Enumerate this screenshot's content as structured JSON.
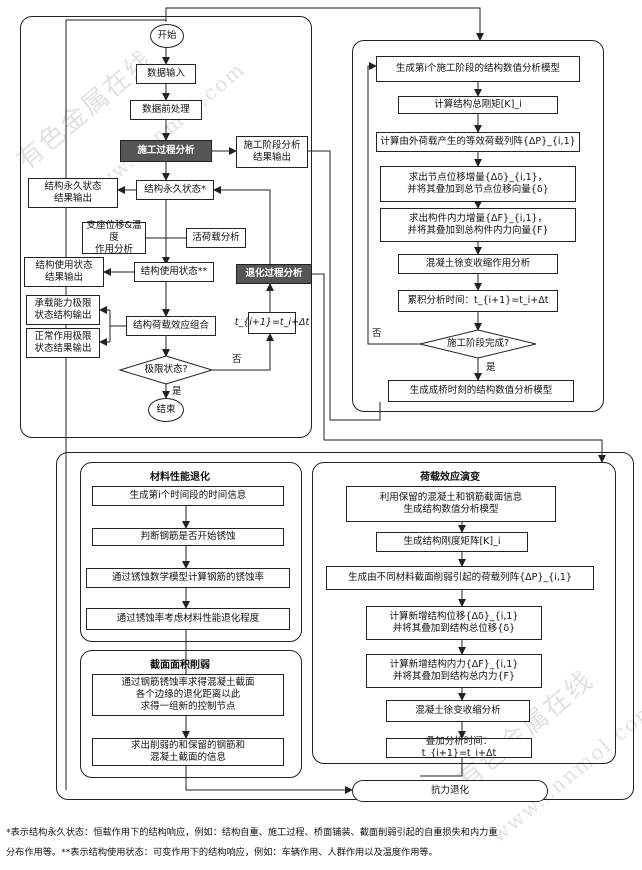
{
  "watermarks": {
    "top_cn": "有色金属在线",
    "top_url": "www.cnnmol.com",
    "bottom_cn": "有色金属在线",
    "bottom_url": "www.cnnmol.com"
  },
  "left_flow": {
    "start": "开始",
    "input": "数据输入",
    "preprocess": "数据前处理",
    "construction_analysis": "施工过程分析",
    "construction_output": "施工阶段分析\n结果输出",
    "permanent_output": "结构永久状态\n结果输出",
    "permanent_state": "结构永久状态*",
    "support_temp": "支座位移&温度\n作用分析",
    "live_load": "活荷载分析",
    "service_output": "结构使用状态\n结果输出",
    "service_state": "结构使用状态**",
    "degradation": "退化过程分析",
    "ultimate_output": "承载能力极限\n状态结构输出",
    "normal_output": "正常作用极限\n状态结果输出",
    "combination": "结构荷载效应组合",
    "time_step": "t",
    "time_step_full": "t_{i+1}=t_i+Δt",
    "limit_state": "极限状态?",
    "no": "否",
    "yes": "是",
    "end": "结束"
  },
  "right_flow": {
    "gen_model": "生成第i个施工阶段的结构数值分析模型",
    "stiffness": "计算结构总刚矩[K]_i",
    "load_vector": "计算由外荷载产生的等效荷载列阵{ΔP}_{i,1}",
    "node_disp": "求出节点位移增量{Δδ}_{i,1}，\n并将其叠加到总节点位移向量{δ}",
    "member_force": "求出构件内力增量{ΔF}_{i,1}，\n并将其叠加到总构件内力向量{F}",
    "shrink_creep": "混凝土徐变收缩作用分析",
    "accum_time": "累积分析时间：t_{i+1}=t_i+Δt",
    "stage_done": "施工阶段完成?",
    "no": "否",
    "yes": "是",
    "bridge_model": "生成成桥时刻的结构数值分析模型"
  },
  "bottom_flow": {
    "material_title": "材料性能退化",
    "m1": "生成第i个时间段的时间信息",
    "m2": "判断钢筋是否开始锈蚀",
    "m3": "通过锈蚀数学模型计算钢筋的锈蚀率",
    "m4": "通过锈蚀率考虑材料性能退化程度",
    "section_title": "截面面积削弱",
    "s1": "通过钢筋锈蚀率求得混凝土截面\n各个边缘的退化距离以此\n求得一组新的控制节点",
    "s2": "求出削弱的和保留的钢筋和\n混凝土截面的信息",
    "load_title": "荷载效应演变",
    "l1": "利用保留的混凝土和钢筋截面信息\n生成结构数值分析模型",
    "l2": "生成结构刚度矩阵[K]_i",
    "l3": "生成由不同材料截面削弱引起的荷载列阵{ΔP}_{i,1}",
    "l4": "计算新增结构位移{Δδ}_{i,1}\n并将其叠加到结构总位移{δ}",
    "l5": "计算新增结构内力{ΔF}_{i,1}\n并将其叠加到结构总内力{F}",
    "l6": "混凝土徐变收缩分析",
    "l7": "叠加分析时间：t_{i+1}=t_i+Δt",
    "resistance": "抗力退化"
  },
  "footnote": {
    "line1": "*表示结构永久状态：恒载作用下的结构响应，例如：结构自重、施工过程、桥面铺装、截面削弱引起的自重损失和内力重",
    "line2": "分布作用等。**表示结构使用状态：可变作用下的结构响应，例如：车辆作用、人群作用以及温度作用等。"
  }
}
